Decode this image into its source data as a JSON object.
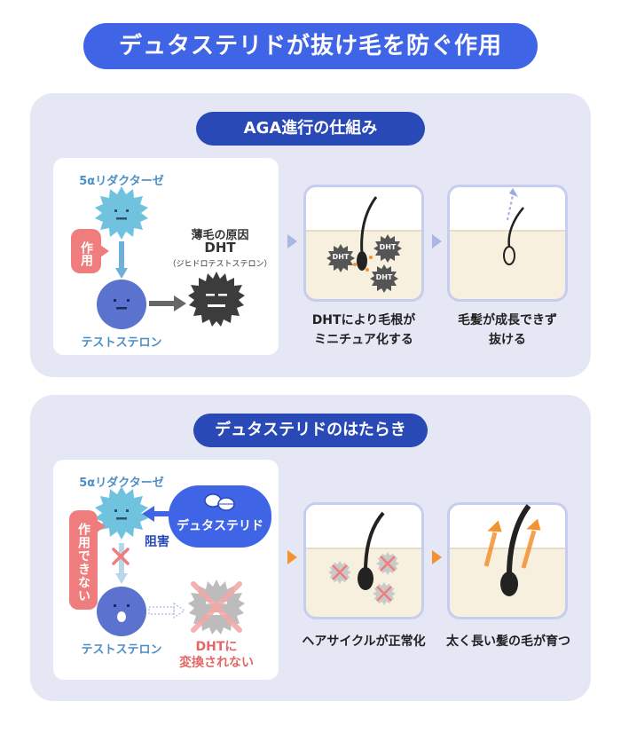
{
  "title": "デュタステリドが抜け毛を防ぐ作用",
  "section1": {
    "title": "AGA進行の仕組み",
    "enzyme_label": "5αリダクターゼ",
    "action_badge": "作用",
    "dht_label_line1": "薄毛の原因",
    "dht_label_line2": "DHT",
    "dht_label_line3": "（ジヒドロテストステロン）",
    "testosterone_label": "テストステロン",
    "dht_token": "DHT",
    "caption1_line1": "DHTにより毛根が",
    "caption1_line2": "ミニチュア化する",
    "caption2_line1": "毛髪が成長できず",
    "caption2_line2": "抜ける"
  },
  "section2": {
    "title": "デュタステリドのはたらき",
    "enzyme_label": "5αリダクターゼ",
    "blocked_badge": "作用できない",
    "inhibitor_label": "デュタステリド",
    "inhibit_label": "阻害",
    "testosterone_label": "テストステロン",
    "result_line1": "DHTに",
    "result_line2": "変換されない",
    "caption1": "ヘアサイクルが正常化",
    "caption2": "太く長い髪の毛が育つ"
  },
  "colors": {
    "title_blue": "#3f64e6",
    "section_blue": "#2849b6",
    "panel_bg": "#e6e7f5",
    "enzyme_cyan": "#6fc3df",
    "testosterone_indigo": "#5b72cf",
    "dht_dark": "#3c3c3c",
    "badge_red": "#f07d7d",
    "arrow_orange": "#f3922f",
    "scalp_beige": "#f8f0df"
  }
}
